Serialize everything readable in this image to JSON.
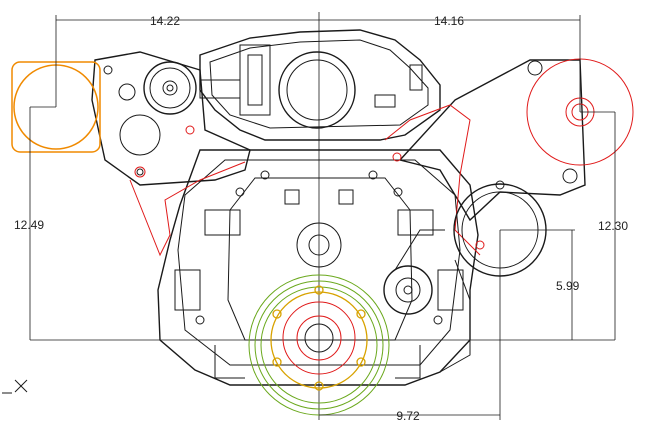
{
  "dimensions": {
    "top_left": "14.22",
    "top_right": "14.16",
    "left_vertical": "12.49",
    "right_vertical": "12.30",
    "mid_vertical": "5.99",
    "bottom": "9.72"
  },
  "colors": {
    "outline": "#1a1a1a",
    "bracket": "#e01a1a",
    "pump_pulley": "#f08a00",
    "crank_outer": "#6aa81c",
    "crank_bolts": "#d8a200"
  },
  "icons": {
    "axis_indicator": "x-axis-cross-icon"
  }
}
